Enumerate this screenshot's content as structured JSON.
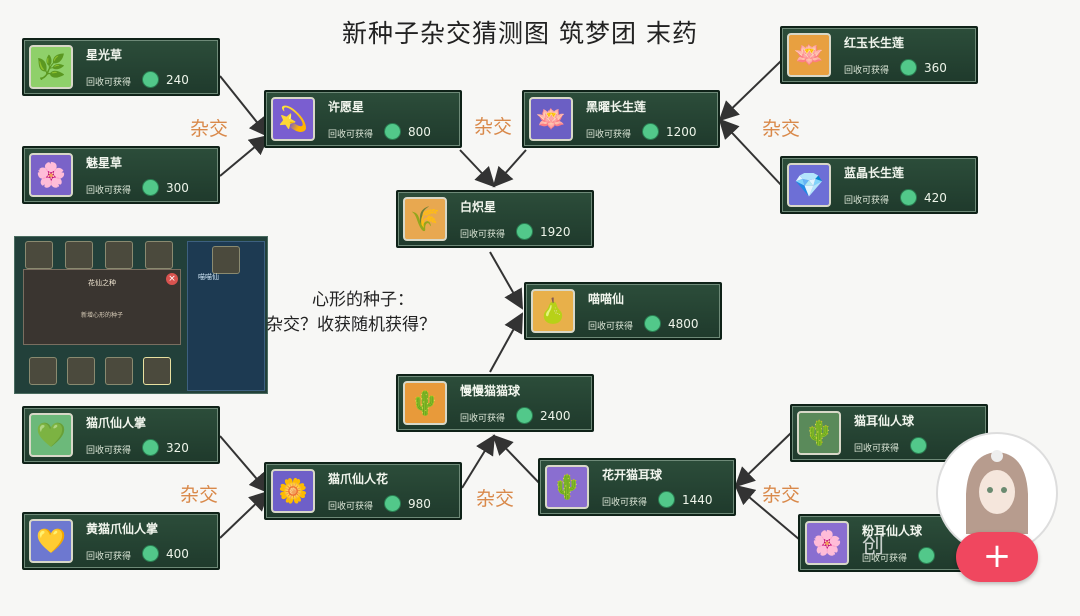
{
  "title": "新种子杂交猜测图    筑梦团    末药",
  "recv_label": "回收可获得",
  "cross_label": "杂交",
  "question": {
    "line1": "心形的种子：",
    "line2": "杂交？收获随机获得？"
  },
  "cards": {
    "xingguangcao": {
      "name": "星光草",
      "value": "240",
      "icon": "🌿",
      "bg": "#8fd06a"
    },
    "meixingcao": {
      "name": "魅星草",
      "value": "300",
      "icon": "🌸",
      "bg": "#7a63c8"
    },
    "xuyuanxing": {
      "name": "许愿星",
      "value": "800",
      "icon": "💫",
      "bg": "#7a5ed0"
    },
    "heiyao": {
      "name": "黑曜长生莲",
      "value": "1200",
      "icon": "🪷",
      "bg": "#6b5fc4"
    },
    "hongyu": {
      "name": "红玉长生莲",
      "value": "360",
      "icon": "🪷",
      "bg": "#e8a040"
    },
    "lanjing": {
      "name": "蓝晶长生莲",
      "value": "420",
      "icon": "💎",
      "bg": "#6d6fd6"
    },
    "baizhixing": {
      "name": "白炽星",
      "value": "1920",
      "icon": "🌾",
      "bg": "#e8a850"
    },
    "miaomiaoxian": {
      "name": "喵喵仙",
      "value": "4800",
      "icon": "🍐",
      "bg": "#e8b04a"
    },
    "manman": {
      "name": "慢慢猫猫球",
      "value": "2400",
      "icon": "🌵",
      "bg": "#e89a3a"
    },
    "maozhuarz": {
      "name": "猫爪仙人掌",
      "value": "320",
      "icon": "💚",
      "bg": "#6cb97a"
    },
    "huangmaozhua": {
      "name": "黄猫爪仙人掌",
      "value": "400",
      "icon": "💛",
      "bg": "#6d78d0"
    },
    "maozhuahua": {
      "name": "猫爪仙人花",
      "value": "980",
      "icon": "🌼",
      "bg": "#6e5fc8"
    },
    "huakai": {
      "name": "花开猫耳球",
      "value": "1440",
      "icon": "🌵",
      "bg": "#8a6ed0"
    },
    "maoer": {
      "name": "猫耳仙人球",
      "value": "",
      "icon": "🌵",
      "bg": "#5a8a5a"
    },
    "fener": {
      "name": "粉耳仙人球",
      "value": "",
      "icon": "🌸",
      "bg": "#8a6ed0"
    }
  },
  "game_screenshot": {
    "dialog_title": "花仙之种",
    "dialog_body": "新增心形的种子",
    "side_title": "喵喵仙"
  },
  "watermark": "创",
  "plus_label": "+",
  "colors": {
    "card_bg": "#2c4d3a",
    "cross_label": "#d9894a",
    "coin": "#52c88a",
    "plus_button": "#f0475f"
  }
}
